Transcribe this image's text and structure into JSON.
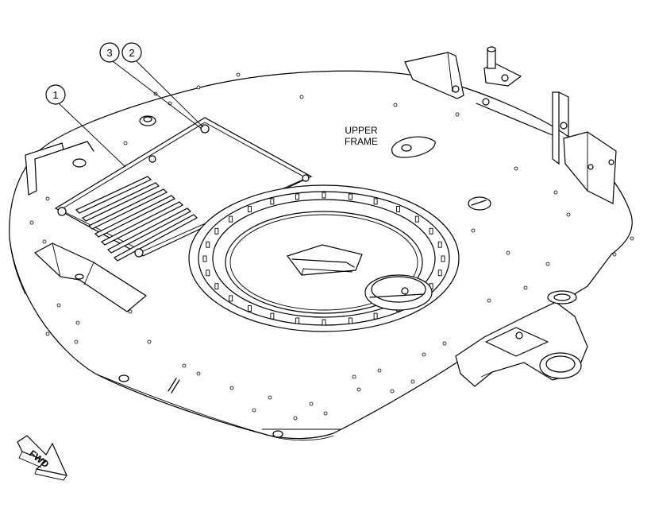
{
  "diagram": {
    "frame_label_line1": "UPPER",
    "frame_label_line2": "FRAME",
    "direction_label": "FWD",
    "callouts": [
      {
        "number": "1"
      },
      {
        "number": "2"
      },
      {
        "number": "3"
      }
    ]
  },
  "colors": {
    "ink": "#000000",
    "paper": "#ffffff"
  }
}
